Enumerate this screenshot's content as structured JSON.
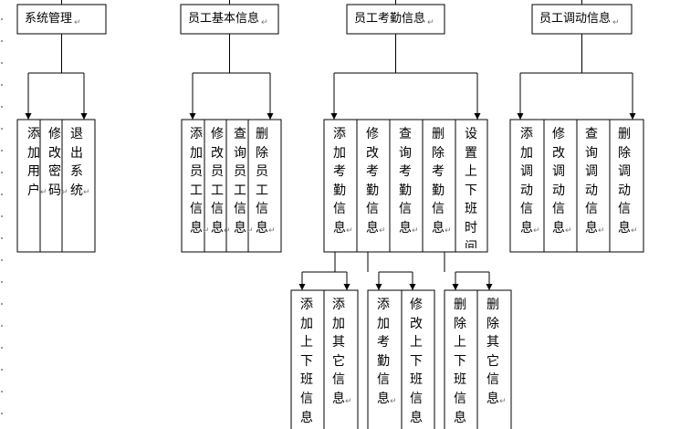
{
  "modules": [
    {
      "name": "系统管理",
      "children": [
        {
          "label": "添加用户"
        },
        {
          "label": "修改密码"
        },
        {
          "label": "退出系统"
        }
      ]
    },
    {
      "name": "员工基本信息",
      "children": [
        {
          "label": "添加员工信息"
        },
        {
          "label": "修改员工信息"
        },
        {
          "label": "查询员工信息"
        },
        {
          "label": "删除员工信息"
        }
      ]
    },
    {
      "name": "员工考勤信息",
      "children": [
        {
          "label": "添加考勤信息"
        },
        {
          "label": "修改考勤信息"
        },
        {
          "label": "查询考勤信息"
        },
        {
          "label": "删除考勤信息"
        },
        {
          "label": "设置上下班时间"
        }
      ]
    },
    {
      "name": "员工调动信息",
      "children": [
        {
          "label": "添加调动信息"
        },
        {
          "label": "修改调动信息"
        },
        {
          "label": "查询调动信息"
        },
        {
          "label": "删除调动信息"
        }
      ]
    }
  ],
  "sub_modules": [
    {
      "parent": "添加考勤信息",
      "children": [
        {
          "label": "添加上下班信息"
        },
        {
          "label": "添加其它信息"
        }
      ]
    },
    {
      "parent": "修改考勤信息",
      "children": [
        {
          "label": "添加考勤信息"
        },
        {
          "label": "修改上下班信息"
        }
      ]
    },
    {
      "parent": "删除考勤信息",
      "children": [
        {
          "label": "删除上下班信息"
        },
        {
          "label": "删除其它信息"
        }
      ]
    }
  ],
  "colors": {
    "line": "#000000",
    "background": "#ffffff",
    "paragraph_mark": "#777777"
  }
}
